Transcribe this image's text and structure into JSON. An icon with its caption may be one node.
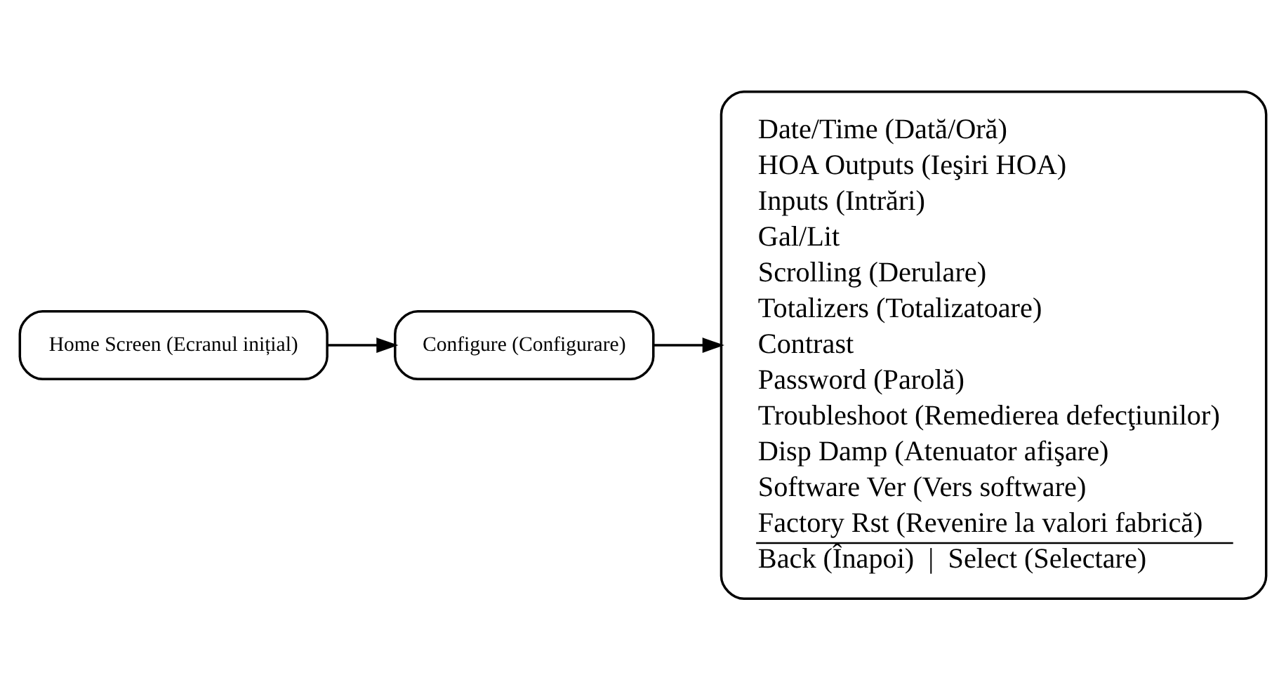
{
  "diagram": {
    "nodes": [
      {
        "text": [
          "Home Screen (Ecranul inițial)"
        ]
      },
      {
        "text": [
          "Configure (Configurare)"
        ]
      },
      {
        "text": [
          "Date/Time (Dată/Oră)",
          "HOA Outputs (Ieşiri HOA)",
          "Inputs (Intrări)",
          "Gal/Lit",
          "Scrolling (Derulare)",
          "Totalizers (Totalizatoare)",
          "Contrast",
          "Password (Parolă)",
          "Troubleshoot (Remedierea defecţiunilor)",
          "Disp Damp (Atenuator afişare)",
          "Software Ver (Vers software)",
          "Factory Rst (Revenire la valori fabrică)",
          "Back (Înapoi)  |  Select (Selectare)"
        ]
      }
    ],
    "edges": [
      {
        "from": 0,
        "to": 1,
        "arrow": "to"
      },
      {
        "from": 1,
        "to": 2,
        "arrow": "to"
      }
    ]
  }
}
